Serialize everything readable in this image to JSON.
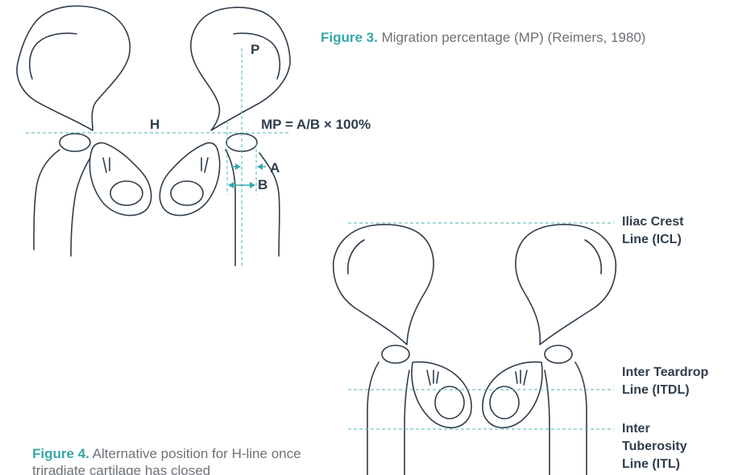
{
  "figure3": {
    "caption_label": "Figure 3.",
    "caption_text": " Migration percentage (MP) (Reimers, 1980)",
    "labels": {
      "p": "P",
      "h": "H",
      "formula": "MP = A/B × 100%",
      "a": "A",
      "b": "B"
    }
  },
  "figure4": {
    "caption_label": "Figure 4.",
    "caption_text": " Alternative position for H-line once triradiate cartilage has closed",
    "lines": {
      "icl": "Iliac Crest\nLine (ICL)",
      "itdl": "Inter Teardrop\nLine (ITDL)",
      "itl": "Inter\nTuberosity\nLine (ITL)"
    }
  },
  "colors": {
    "accent": "#35a7a8",
    "line": "#2f3d4c",
    "caption_text": "#6d7278"
  }
}
